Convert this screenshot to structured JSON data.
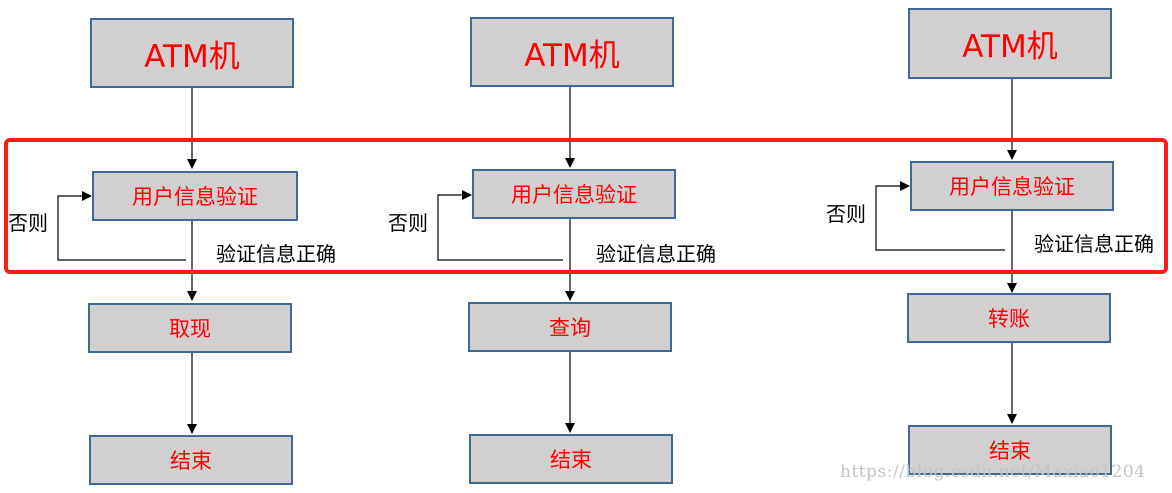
{
  "columns": [
    {
      "top": "ATM机",
      "verify": "用户信息验证",
      "else_label": "否则",
      "ok_label": "验证信息正确",
      "action": "取现",
      "end": "结束"
    },
    {
      "top": "ATM机",
      "verify": "用户信息验证",
      "else_label": "否则",
      "ok_label": "验证信息正确",
      "action": "查询",
      "end": "结束"
    },
    {
      "top": "ATM机",
      "verify": "用户信息验证",
      "else_label": "否则",
      "ok_label": "验证信息正确",
      "action": "转账",
      "end": "结束"
    }
  ],
  "watermark": "https://blog.csdn.net/Maxiao1204",
  "colors": {
    "box_fill": "#d2cfd0",
    "box_border": "#3e6b95",
    "box_text": "#ff0000",
    "highlight_frame": "#ff1a1a"
  }
}
